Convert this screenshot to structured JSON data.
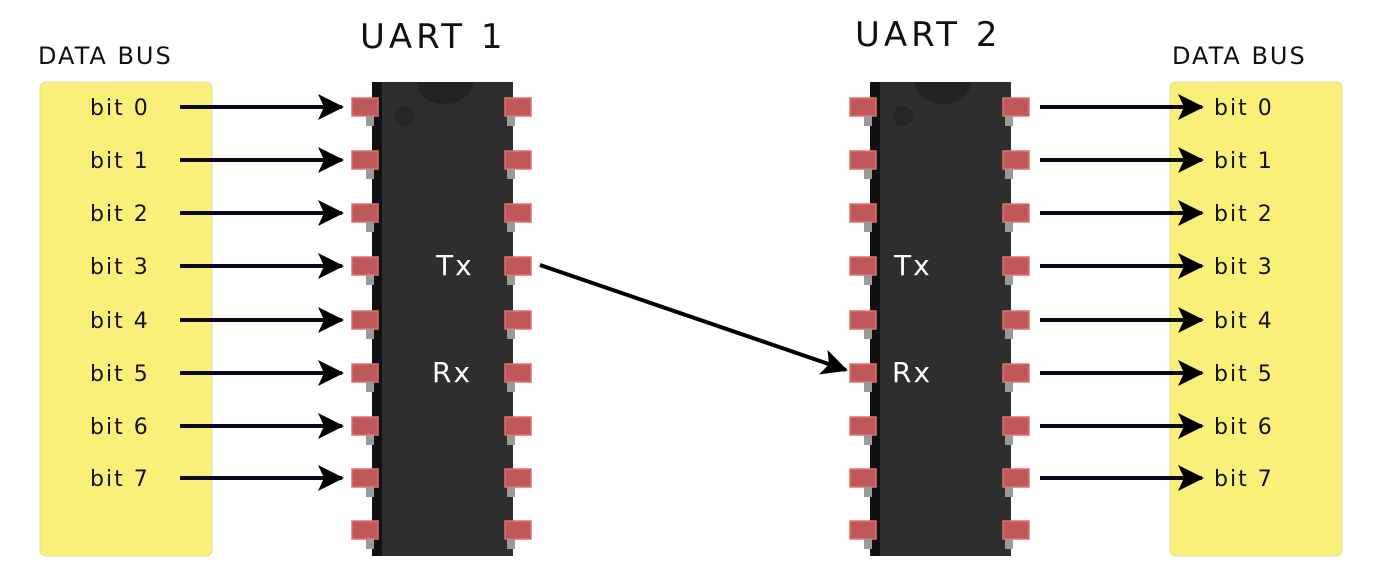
{
  "left_bus": {
    "title": "DATA BUS",
    "bits": [
      "bit 0",
      "bit 1",
      "bit 2",
      "bit 3",
      "bit 4",
      "bit 5",
      "bit 6",
      "bit 7"
    ]
  },
  "right_bus": {
    "title": "DATA BUS",
    "bits": [
      "bit 0",
      "bit 1",
      "bit 2",
      "bit 3",
      "bit 4",
      "bit 5",
      "bit 6",
      "bit 7"
    ]
  },
  "uart1": {
    "title": "UART 1",
    "tx": "Tx",
    "rx": "Rx"
  },
  "uart2": {
    "title": "UART 2",
    "tx": "Tx",
    "rx": "Rx"
  },
  "colors": {
    "bus": "#f9f07a",
    "chip": "#2e2e2e",
    "pin": "#c0585a"
  }
}
